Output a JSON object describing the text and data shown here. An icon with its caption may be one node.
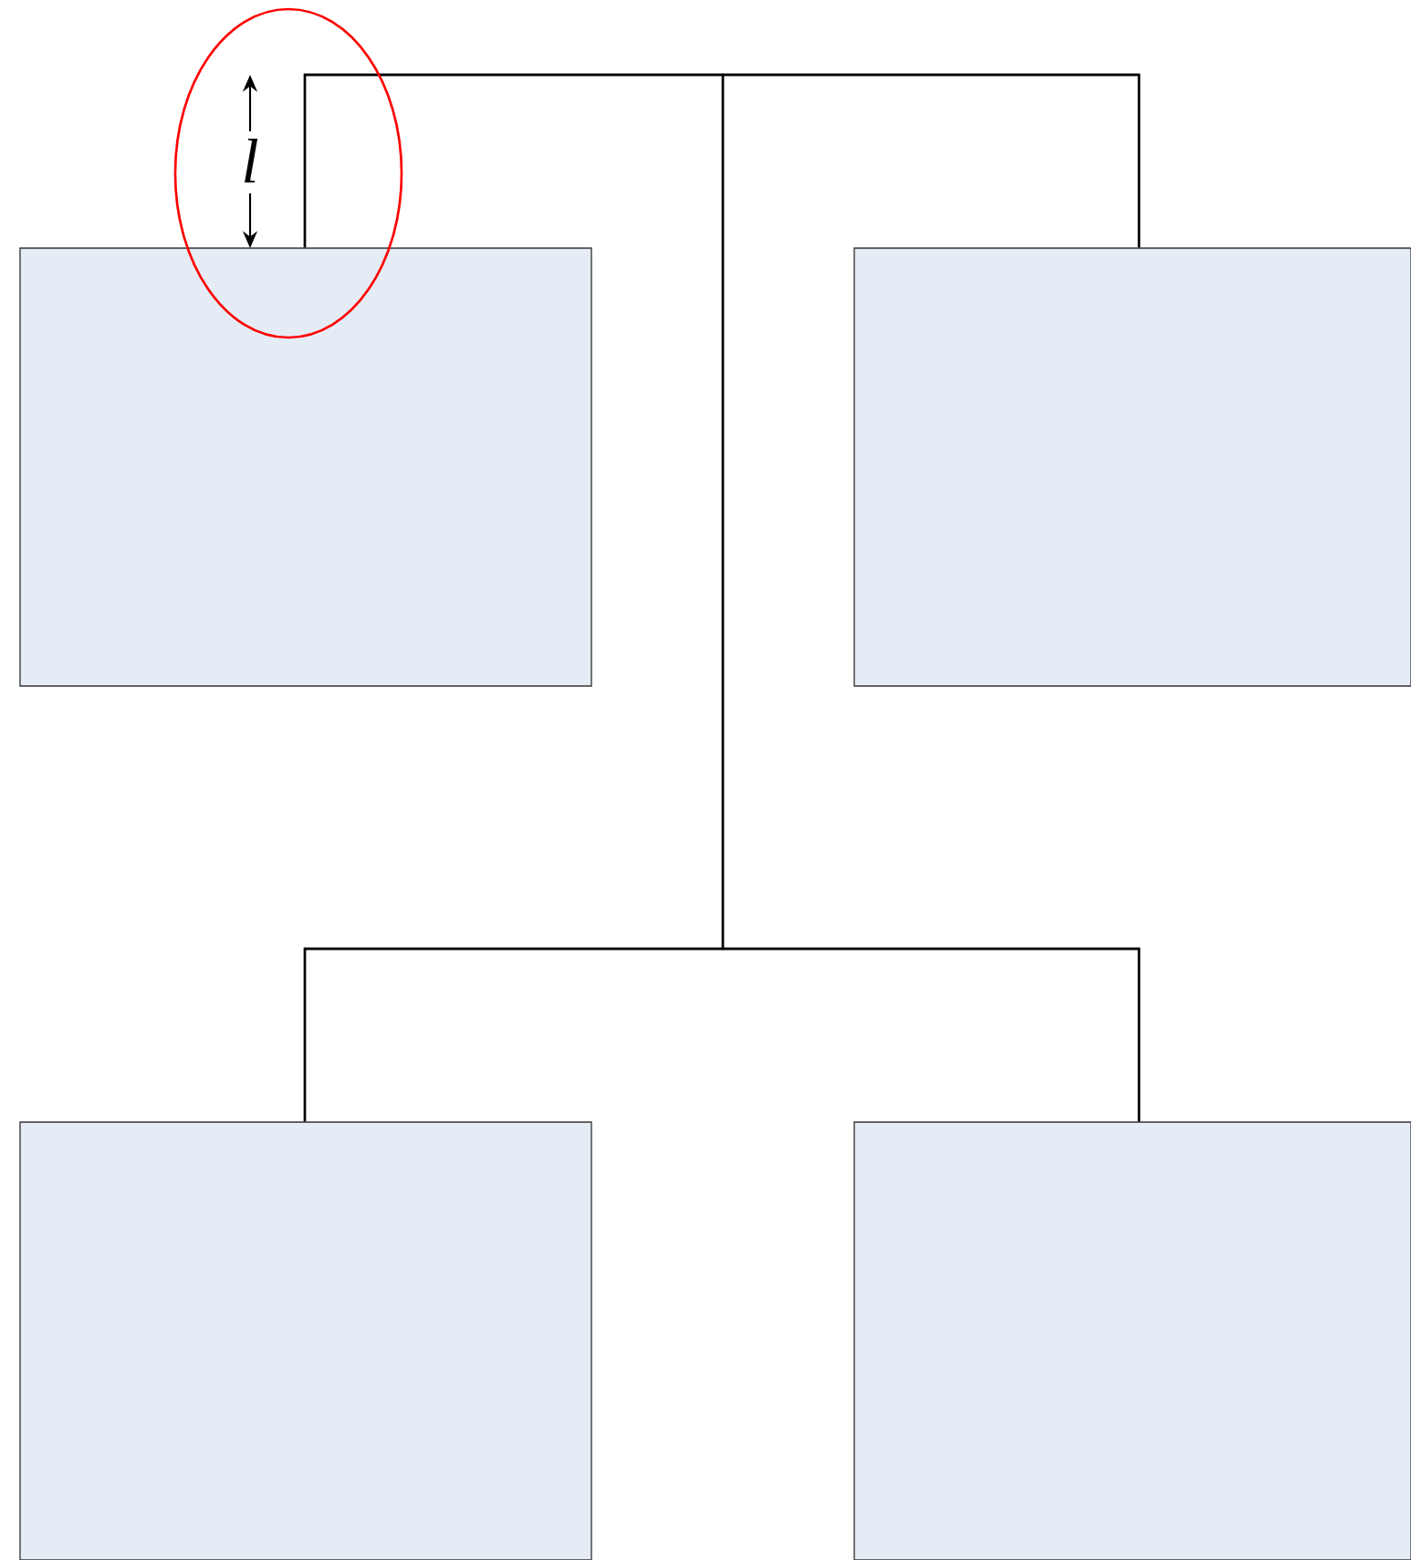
{
  "diagram": {
    "nodes": [
      {
        "text": [],
        "shape": "box"
      },
      {
        "text": [],
        "shape": "box"
      },
      {
        "text": [],
        "shape": "box"
      },
      {
        "text": [],
        "shape": "box"
      }
    ],
    "edges": [
      {
        "from": 0,
        "to": 1,
        "arrow": "none"
      },
      {
        "from": 0,
        "to": 2,
        "arrow": "none"
      },
      {
        "from": 1,
        "to": 3,
        "arrow": "none"
      },
      {
        "from": 2,
        "to": 3,
        "arrow": "none"
      }
    ],
    "labels": [
      "l"
    ]
  }
}
